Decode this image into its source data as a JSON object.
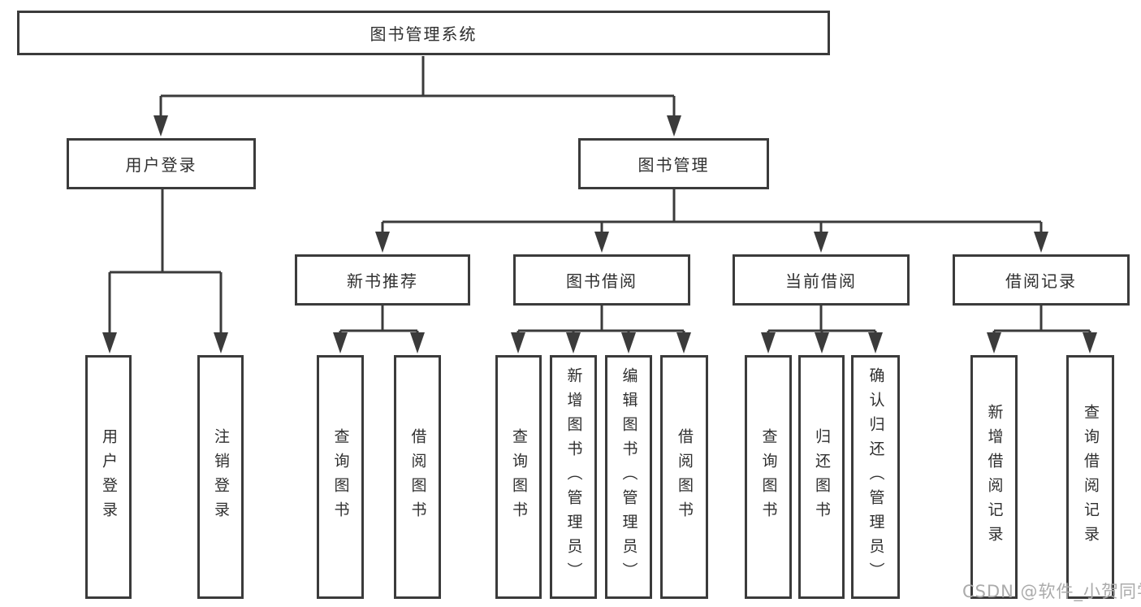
{
  "colors": {
    "line": "#3b3b3b",
    "text": "#2f2f2f",
    "watermark": "#ababab",
    "background": "#ffffff"
  },
  "tree": {
    "root": {
      "label": "图书管理系统",
      "children": [
        {
          "label": "用户登录",
          "children": [
            {
              "label": "用户登录"
            },
            {
              "label": "注销登录"
            }
          ]
        },
        {
          "label": "图书管理",
          "children": [
            {
              "label": "新书推荐",
              "children": [
                {
                  "label": "查询图书"
                },
                {
                  "label": "借阅图书"
                }
              ]
            },
            {
              "label": "图书借阅",
              "children": [
                {
                  "label": "查询图书"
                },
                {
                  "label": "新增图书（管理员）"
                },
                {
                  "label": "编辑图书（管理员）"
                },
                {
                  "label": "借阅图书"
                }
              ]
            },
            {
              "label": "当前借阅",
              "children": [
                {
                  "label": "查询图书"
                },
                {
                  "label": "归还图书"
                },
                {
                  "label": "确认归还（管理员）"
                }
              ]
            },
            {
              "label": "借阅记录",
              "children": [
                {
                  "label": "新增借阅记录"
                },
                {
                  "label": "查询借阅记录"
                }
              ]
            }
          ]
        }
      ]
    }
  },
  "watermark": {
    "text": "CSDN @软件_小贺同学"
  }
}
